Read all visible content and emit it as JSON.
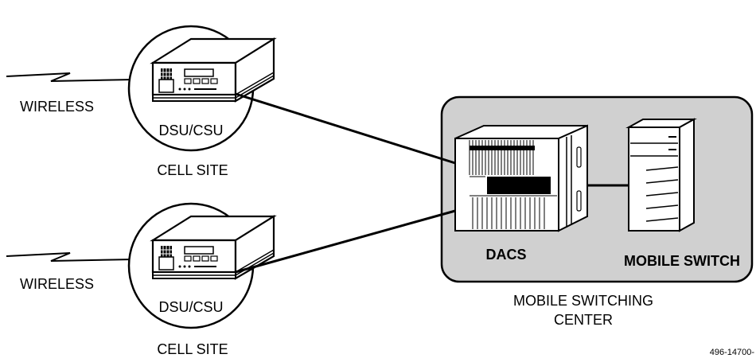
{
  "cell_sites": [
    {
      "wireless_label": "WIRELESS",
      "device_label": "DSU/CSU",
      "site_label": "CELL SITE"
    },
    {
      "wireless_label": "WIRELESS",
      "device_label": "DSU/CSU",
      "site_label": "CELL SITE"
    }
  ],
  "msc": {
    "dacs_label": "DACS",
    "switch_label": "MOBILE SWITCH",
    "center_label_line1": "MOBILE SWITCHING",
    "center_label_line2": "CENTER"
  },
  "figure_id": "496-14700-"
}
